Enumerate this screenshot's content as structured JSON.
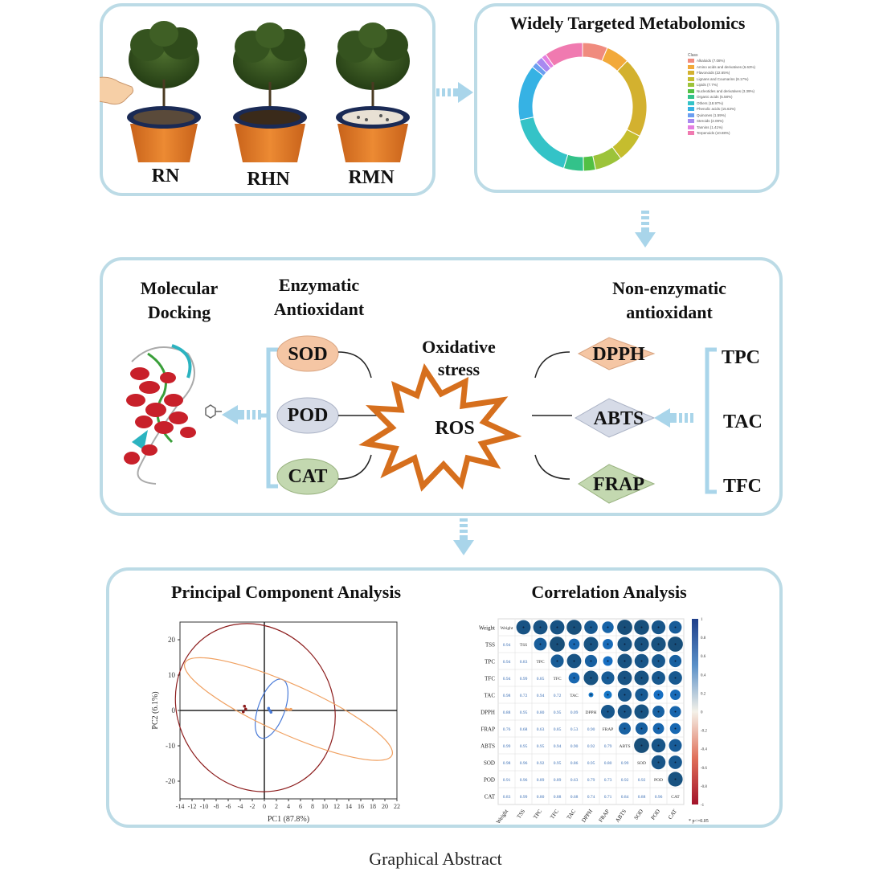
{
  "top": {
    "labels": [
      "RN",
      "RHN",
      "RMN"
    ],
    "metabolomics_title": "Widely Targeted Metabolomics",
    "legend_title": "Class",
    "legend_items": [
      {
        "label": "Alkaloids (7.08%)",
        "color": "#f08b7e"
      },
      {
        "label": "Amino acids and derivatives (6.63%)",
        "color": "#f2a93a"
      },
      {
        "label": "Flavonoids (22.65%)",
        "color": "#d3b12f"
      },
      {
        "label": "Lignans and Coumarins (8.17%)",
        "color": "#c5bd2e"
      },
      {
        "label": "Lipids (7.7%)",
        "color": "#9cc33a"
      },
      {
        "label": "Nucleotides and derivatives (3.39%)",
        "color": "#52c043"
      },
      {
        "label": "Organic acids (5.58%)",
        "color": "#33c28a"
      },
      {
        "label": "Others (18.97%)",
        "color": "#34c3c7"
      },
      {
        "label": "Phenolic acids (15.63%)",
        "color": "#36b2e4"
      },
      {
        "label": "Quinones (1.59%)",
        "color": "#6b9ef0"
      },
      {
        "label": "Steroids (2.09%)",
        "color": "#a889f0"
      },
      {
        "label": "Tannins (1.41%)",
        "color": "#e47fe0"
      },
      {
        "label": "Terpenoids (10.88%)",
        "color": "#f07ab0"
      }
    ]
  },
  "middle": {
    "docking_title": "Molecular Docking",
    "enzymatic_title": "Enzymatic Antioxidant",
    "enzymes": [
      "SOD",
      "POD",
      "CAT"
    ],
    "oxidative_title": "Oxidative stress",
    "ros_label": "ROS",
    "nonenzymatic_title": "Non-enzymatic antioxidant",
    "assays": [
      "DPPH",
      "ABTS",
      "FRAP"
    ],
    "right_items": [
      "TPC",
      "TAC",
      "TFC"
    ]
  },
  "bottom": {
    "pca_title": "Principal Component Analysis",
    "corr_title": "Correlation Analysis",
    "significance_note": "* p<=0.05"
  },
  "caption": "Graphical Abstract",
  "chart_data": [
    {
      "type": "scatter",
      "title": "Principal Component Analysis",
      "xlabel": "PC1 (87.8%)",
      "ylabel": "PC2 (6.1%)",
      "xlim": [
        -14,
        22
      ],
      "ylim": [
        -25,
        25
      ],
      "xticks": [
        "-14",
        "-12",
        "-10",
        "-8",
        "-6",
        "-4",
        "-2",
        "0",
        "2",
        "4",
        "6",
        "8",
        "10",
        "12",
        "14",
        "16",
        "18",
        "20",
        "22"
      ],
      "yticks": [
        "20",
        "10",
        "0",
        "-10",
        "-20"
      ],
      "series": [
        {
          "color": "#8c1c1c",
          "points": [
            [
              -3.3,
              1.2
            ],
            [
              -3.1,
              0.4
            ],
            [
              -3.5,
              -0.4
            ]
          ],
          "ellipse": {
            "cx": -1.5,
            "cy": 0.8,
            "rx": 12.8,
            "ry": 24.5,
            "angle": -32
          }
        },
        {
          "color": "#4a7bd8",
          "points": [
            [
              0.7,
              0.6
            ],
            [
              0.9,
              0.0
            ],
            [
              1.1,
              -0.5
            ]
          ],
          "ellipse": {
            "cx": 1.2,
            "cy": 0.5,
            "rx": 2.2,
            "ry": 8.8,
            "angle": 20
          }
        },
        {
          "color": "#f0a060",
          "points": [
            [
              3.6,
              0.4
            ],
            [
              4.0,
              0.2
            ],
            [
              4.4,
              0.3
            ]
          ],
          "ellipse": {
            "cx": 4.0,
            "cy": 0.4,
            "rx": 18.8,
            "ry": 7.0,
            "angle": 24
          }
        }
      ]
    },
    {
      "type": "heatmap",
      "title": "Correlation Analysis",
      "variables": [
        "Weight",
        "TSS",
        "TPC",
        "TFC",
        "TAC",
        "DPPH",
        "FRAP",
        "ABTS",
        "SOD",
        "POD",
        "CAT"
      ],
      "colorbar_ticks": [
        "1",
        "0.8",
        "0.6",
        "0.4",
        "0.2",
        "0",
        "-0.2",
        "-0.4",
        "-0.6",
        "-0.8",
        "-1"
      ],
      "lower": [
        [],
        [
          "0.94"
        ],
        [
          "0.94",
          "0.83"
        ],
        [
          "0.94",
          "0.99",
          "0.85"
        ],
        [
          "0.98",
          "0.72",
          "0.94",
          "0.72"
        ],
        [
          "0.88",
          "0.95",
          "0.80",
          "0.95",
          "0.09"
        ],
        [
          "0.76",
          "0.68",
          "0.63",
          "0.85",
          "0.53",
          "0.90"
        ],
        [
          "0.99",
          "0.95",
          "0.95",
          "0.94",
          "0.90",
          "0.92",
          "0.79"
        ],
        [
          "0.98",
          "0.96",
          "0.92",
          "0.95",
          "0.86",
          "0.95",
          "0.80",
          "0.99"
        ],
        [
          "0.91",
          "0.96",
          "0.89",
          "0.89",
          "0.63",
          "0.79",
          "0.73",
          "0.92",
          "0.92"
        ],
        [
          "0.83",
          "0.99",
          "0.80",
          "0.88",
          "0.68",
          "0.74",
          "0.71",
          "0.84",
          "0.88",
          "0.96"
        ]
      ]
    },
    {
      "type": "pie",
      "title": "Widely Targeted Metabolomics",
      "categories": [
        "Alkaloids",
        "Amino acids and derivatives",
        "Flavonoids",
        "Lignans and Coumarins",
        "Lipids",
        "Nucleotides and derivatives",
        "Organic acids",
        "Others",
        "Phenolic acids",
        "Quinones",
        "Steroids",
        "Tannins",
        "Terpenoids"
      ],
      "values": [
        7.08,
        6.63,
        22.65,
        8.17,
        7.7,
        3.39,
        5.58,
        18.97,
        15.63,
        1.59,
        2.09,
        1.41,
        10.88
      ]
    }
  ]
}
